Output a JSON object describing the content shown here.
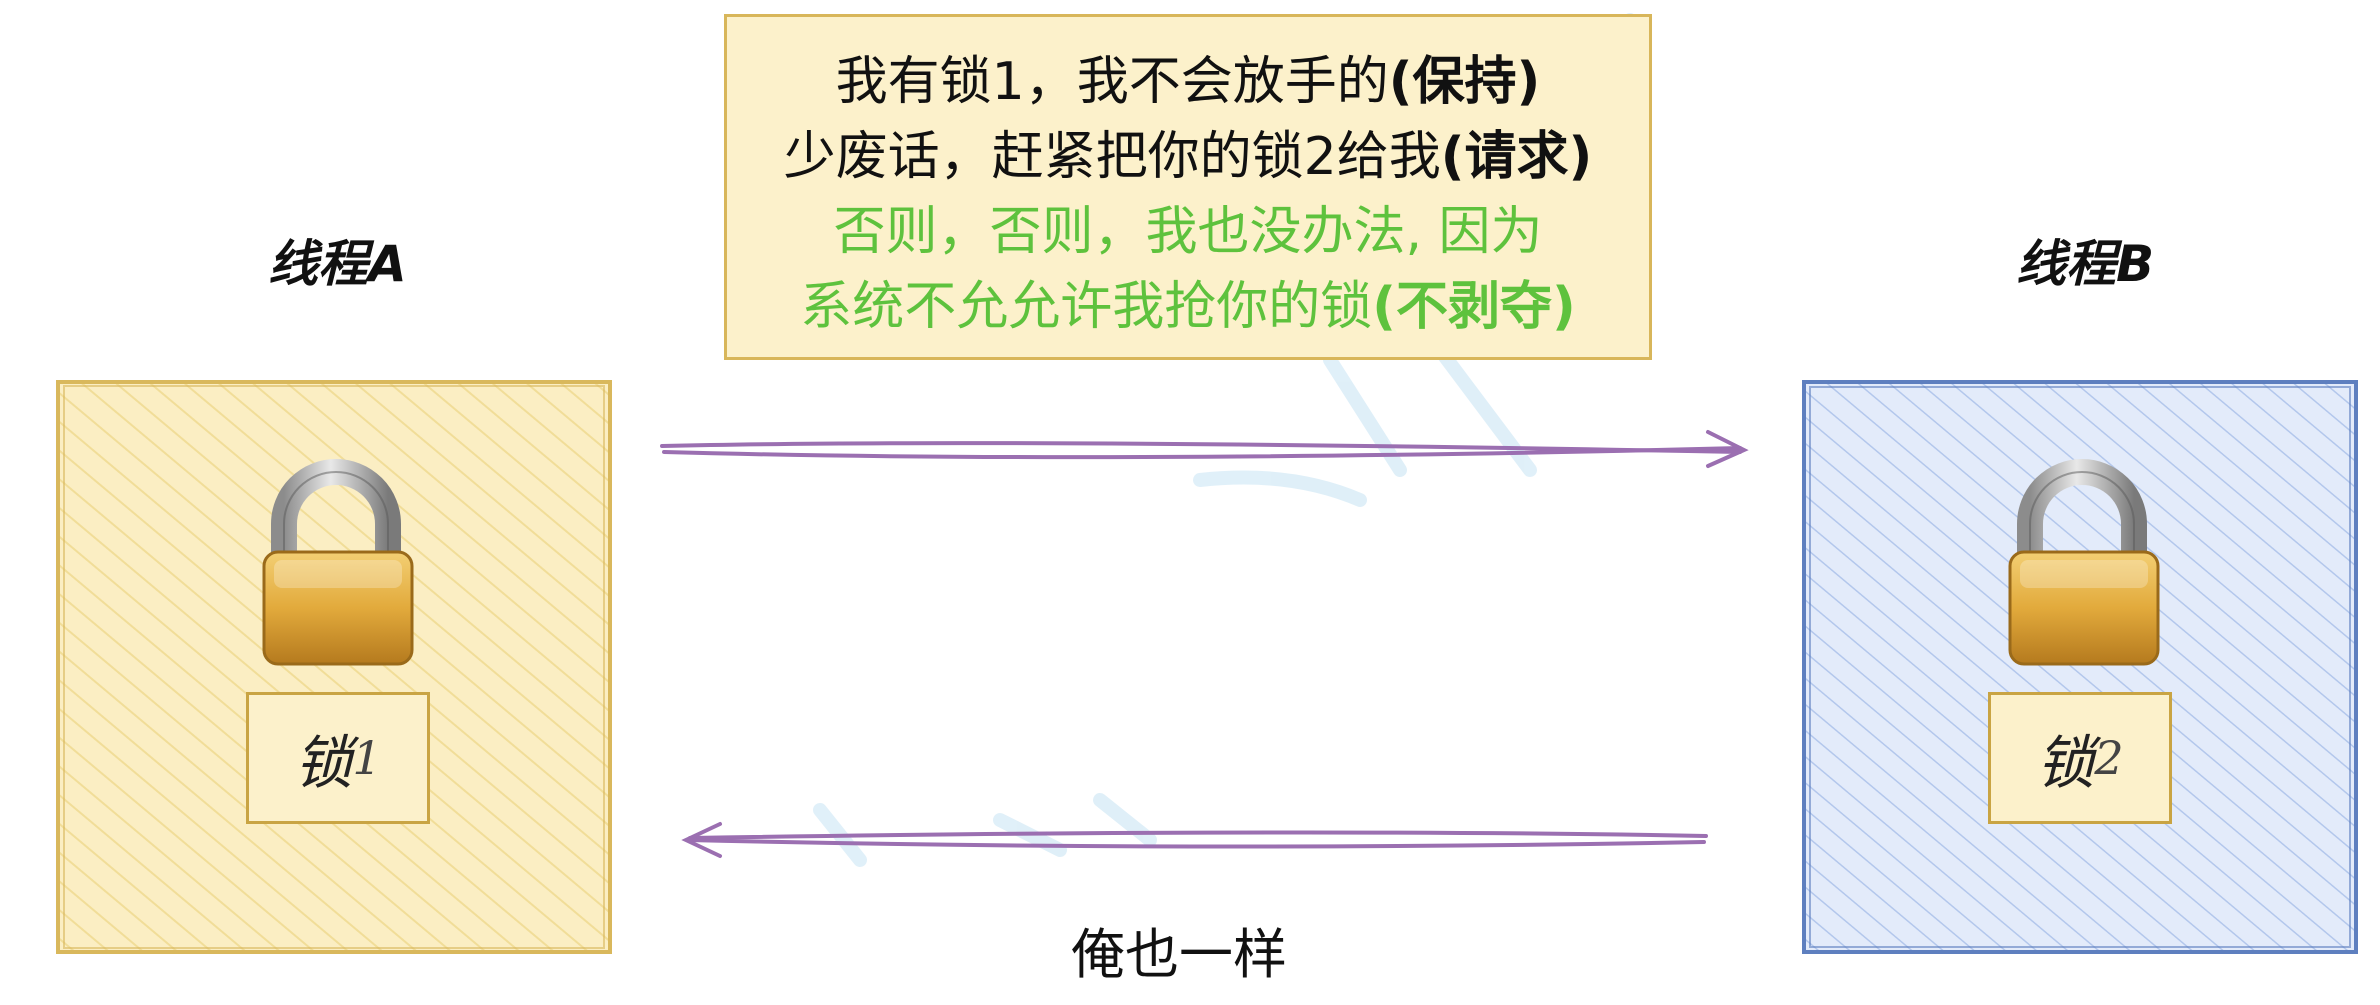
{
  "speech": {
    "line1_text": "我有锁1，我不会放手的",
    "line1_em": "(保持)",
    "line2_text": "少废话，赶紧把你的锁2给我",
    "line2_em": "(请求)",
    "line3_text": "否则，否则，我也没办法, 因为",
    "line4_text": "系统不允允许我抢你的锁",
    "line4_em": "(不剥夺)"
  },
  "thread_a": {
    "title": "线程A",
    "lock_label": "锁",
    "lock_num": "1",
    "fill": "#fbeec3",
    "hatch": "#f1dd98",
    "border": "#d9b85c"
  },
  "thread_b": {
    "title": "线程B",
    "lock_label": "锁",
    "lock_num": "2",
    "fill": "#e3ebfa",
    "hatch": "#b3c7ec",
    "border": "#5e7fbf"
  },
  "reply": "俺也一样",
  "colors": {
    "arrow": "#9b6fb1",
    "watermark": "#d8ecf7",
    "green_text": "#5ec23d"
  },
  "icons": [
    "padlock-icon",
    "arrow-right",
    "arrow-left"
  ]
}
